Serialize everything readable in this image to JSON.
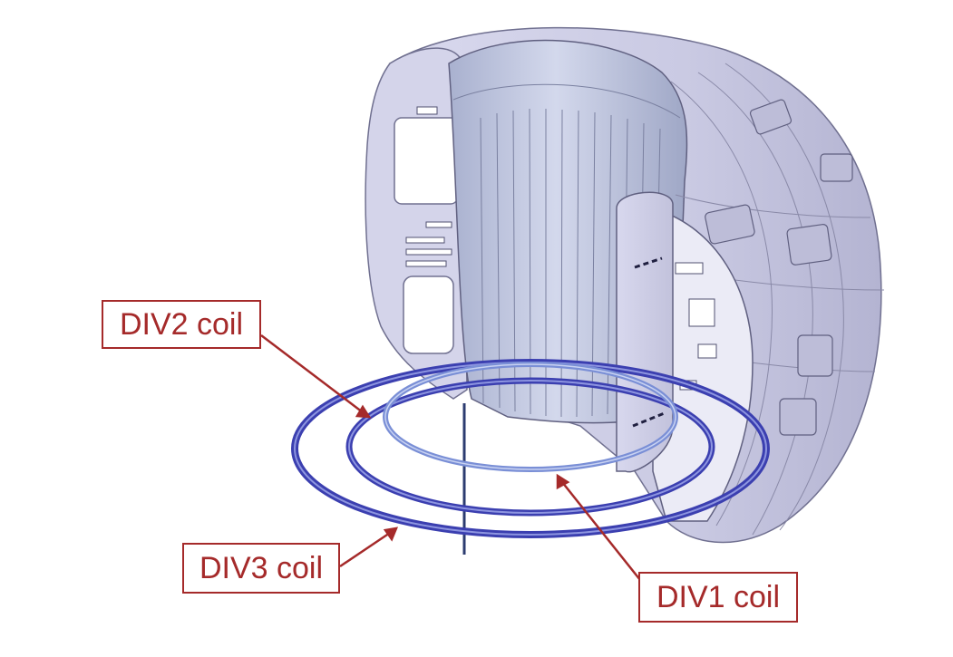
{
  "labels": {
    "div1": "DIV1 coil",
    "div2": "DIV2 coil",
    "div3": "DIV3 coil"
  },
  "colors": {
    "vessel": "#cfcfe6",
    "vessel_shade": "#b8b8d6",
    "vessel_dark": "#9a9ab8",
    "column": "#bcc3dc",
    "coil_blue": "#3b3fb0",
    "coil_light": "#7a8fd6",
    "callout": "#a52a2a"
  }
}
